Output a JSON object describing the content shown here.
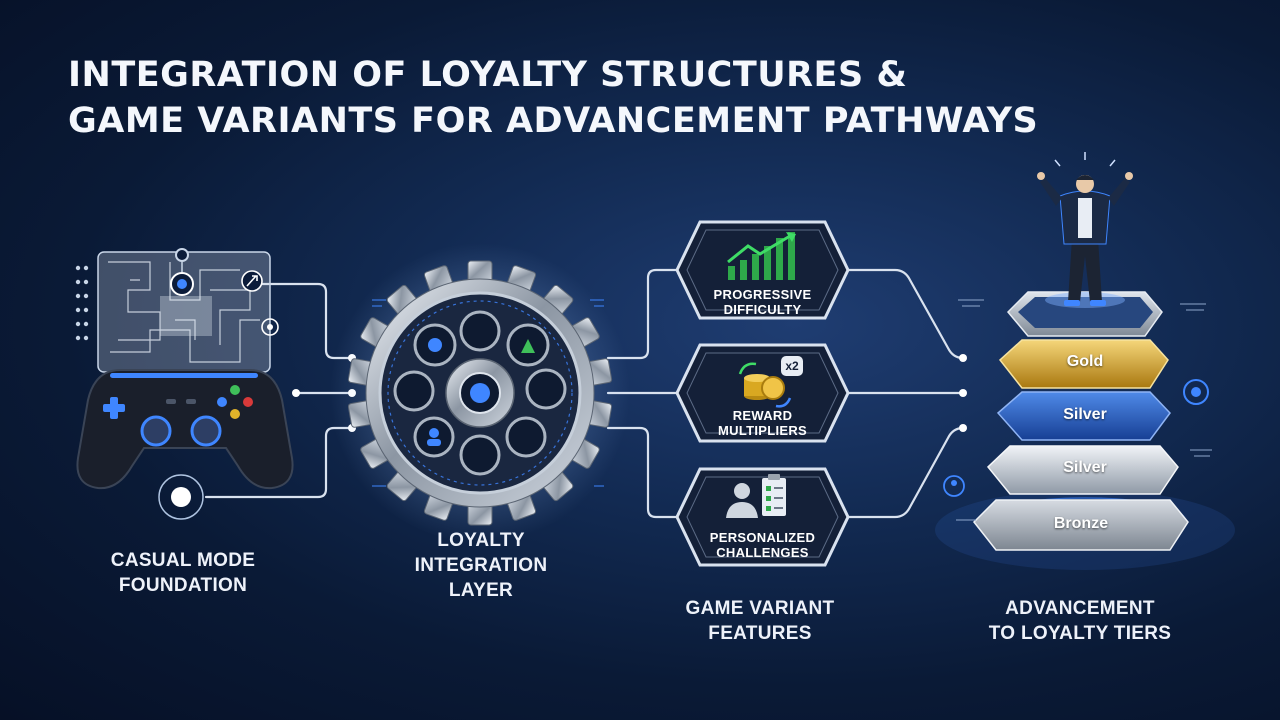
{
  "title": {
    "line1": "INTEGRATION OF LOYALTY STRUCTURES &",
    "line2": "GAME VARIANTS FOR ADVANCEMENT PATHWAYS"
  },
  "stages": {
    "casual": {
      "line1": "CASUAL MODE",
      "line2": "FOUNDATION"
    },
    "integration": {
      "line1": "LOYALTY",
      "line2": "INTEGRATION",
      "line3": "LAYER"
    },
    "variants": {
      "line1": "GAME VARIANT",
      "line2": "FEATURES"
    },
    "advancement": {
      "line1": "ADVANCEMENT",
      "line2": "TO LOYALTY TIERS"
    }
  },
  "features": [
    {
      "line1": "PROGRESSIVE",
      "line2": "DIFFICULTY",
      "icon": "growth-chart-icon"
    },
    {
      "line1": "REWARD",
      "line2": "MULTIPLIERS",
      "icon": "coin-multiplier-icon",
      "badge": "x2"
    },
    {
      "line1": "PERSONALIZED",
      "line2": "CHALLENGES",
      "icon": "checklist-person-icon"
    }
  ],
  "tiers": [
    {
      "label": "Gold",
      "color": "#d4a62a"
    },
    {
      "label": "Silver",
      "color": "#2c63c8"
    },
    {
      "label": "Silver",
      "color": "#b9c2cf"
    },
    {
      "label": "Bronze",
      "color": "#9aa3ae"
    }
  ],
  "colors": {
    "accent_blue": "#3f86ff",
    "connector": "#d9e2ef",
    "gold": "#d4a62a"
  }
}
